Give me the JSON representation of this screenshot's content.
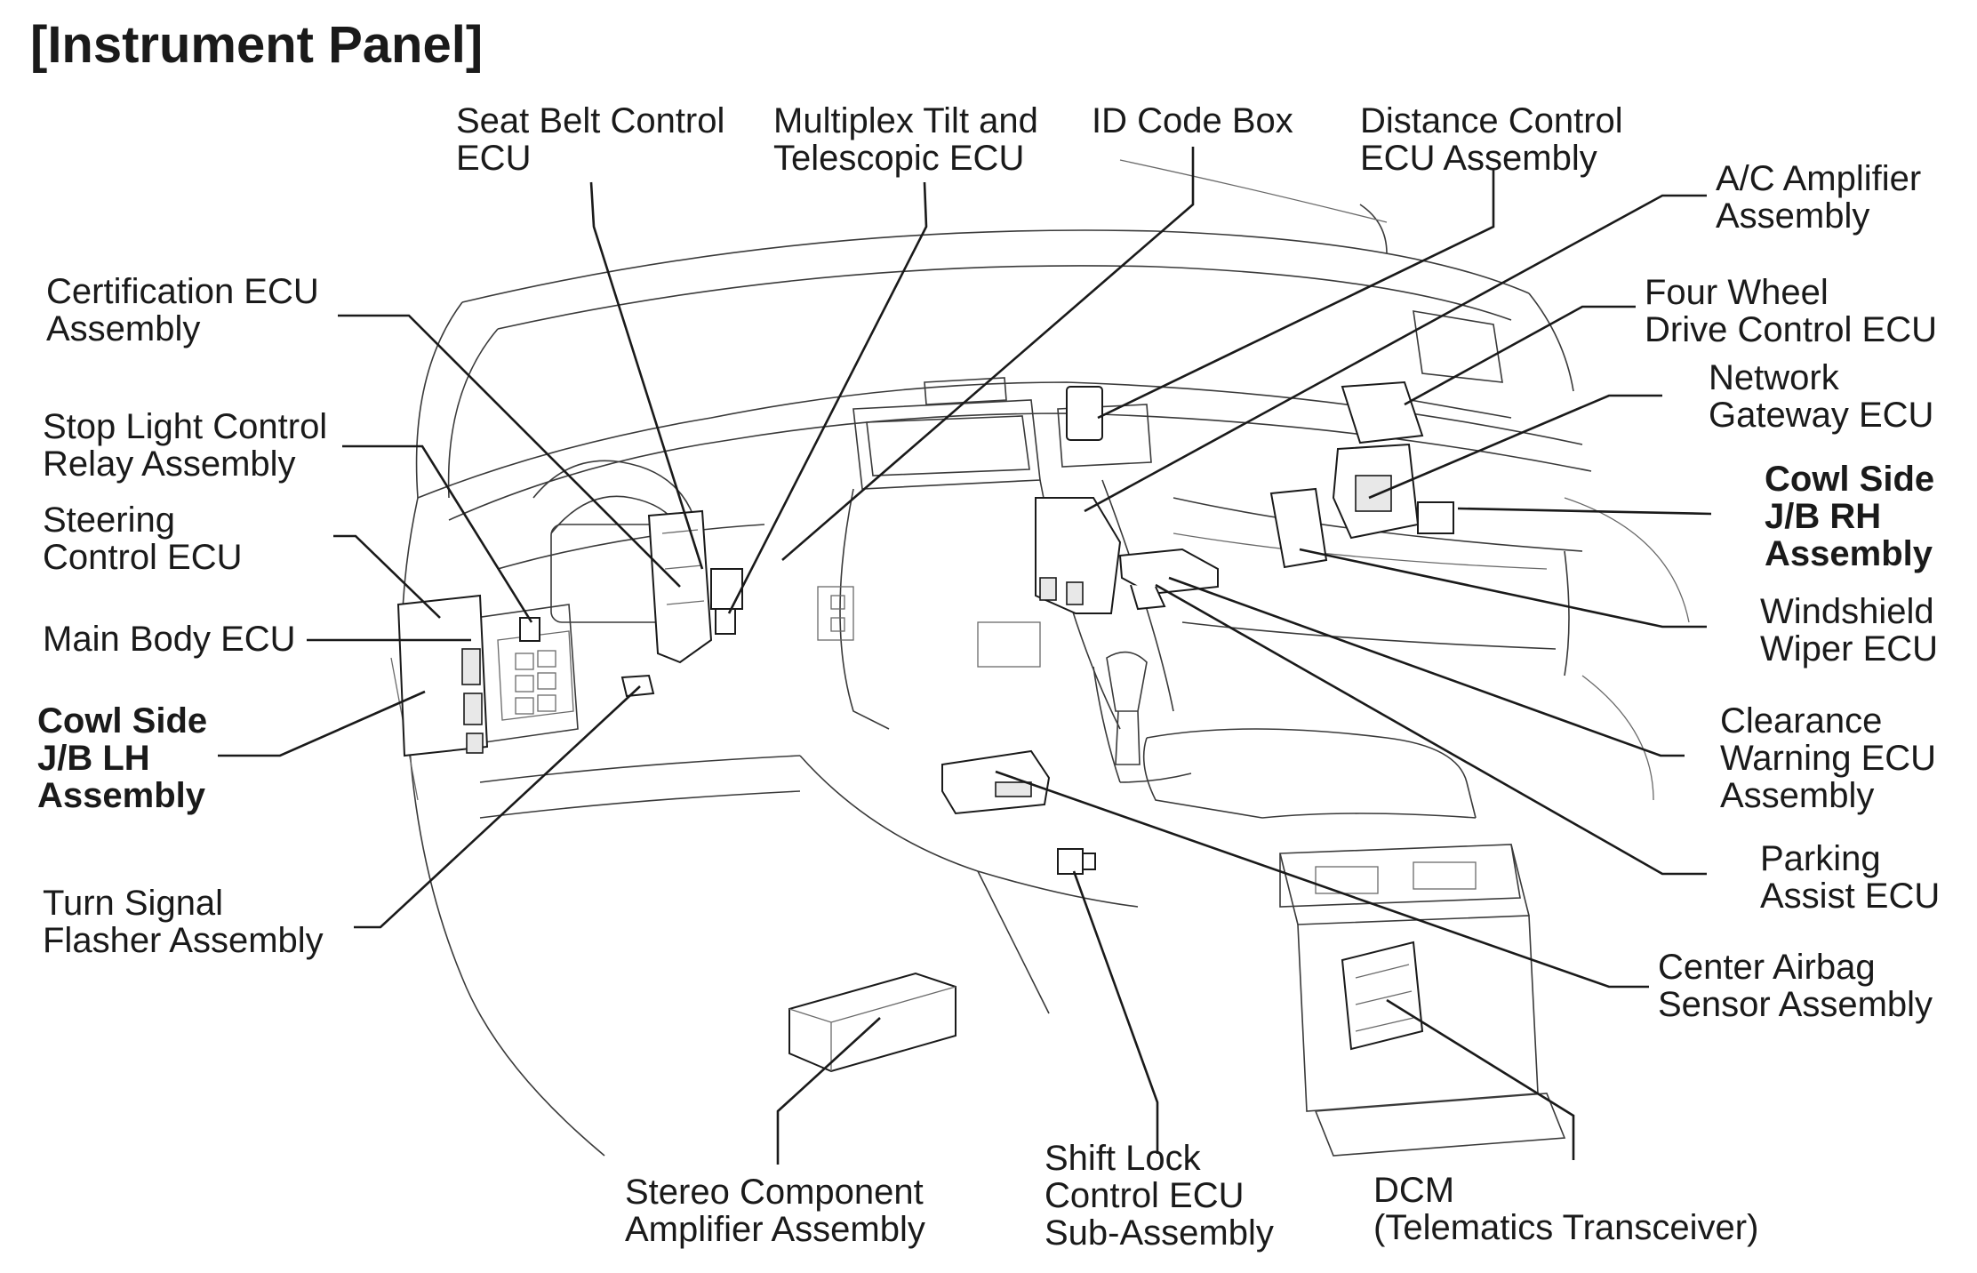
{
  "title": "[Instrument Panel]",
  "labels": {
    "seat_belt": [
      "Seat Belt Control",
      "ECU"
    ],
    "multiplex_tilt": [
      "Multiplex Tilt and",
      "Telescopic ECU"
    ],
    "id_code": [
      "ID Code Box"
    ],
    "distance_control": [
      "Distance Control",
      "ECU Assembly"
    ],
    "ac_amplifier": [
      "A/C Amplifier",
      "Assembly"
    ],
    "certification": [
      "Certification ECU",
      "Assembly"
    ],
    "four_wheel": [
      "Four Wheel",
      "Drive Control ECU"
    ],
    "network_gateway": [
      "Network",
      "Gateway ECU"
    ],
    "stop_light": [
      "Stop Light Control",
      "Relay Assembly"
    ],
    "cowl_rh": [
      "Cowl Side",
      "J/B RH",
      "Assembly"
    ],
    "steering_control": [
      "Steering",
      "Control ECU"
    ],
    "windshield_wiper": [
      "Windshield",
      "Wiper ECU"
    ],
    "main_body": [
      "Main Body ECU"
    ],
    "cowl_lh": [
      "Cowl Side",
      "J/B LH",
      "Assembly"
    ],
    "clearance_warning": [
      "Clearance",
      "Warning ECU",
      "Assembly"
    ],
    "parking_assist": [
      "Parking",
      "Assist ECU"
    ],
    "turn_signal": [
      "Turn Signal",
      "Flasher Assembly"
    ],
    "center_airbag": [
      "Center Airbag",
      "Sensor Assembly"
    ],
    "stereo_amp": [
      "Stereo Component",
      "Amplifier Assembly"
    ],
    "shift_lock": [
      "Shift Lock",
      "Control ECU",
      "Sub-Assembly"
    ],
    "dcm": [
      "DCM",
      "(Telematics Transceiver)"
    ]
  }
}
